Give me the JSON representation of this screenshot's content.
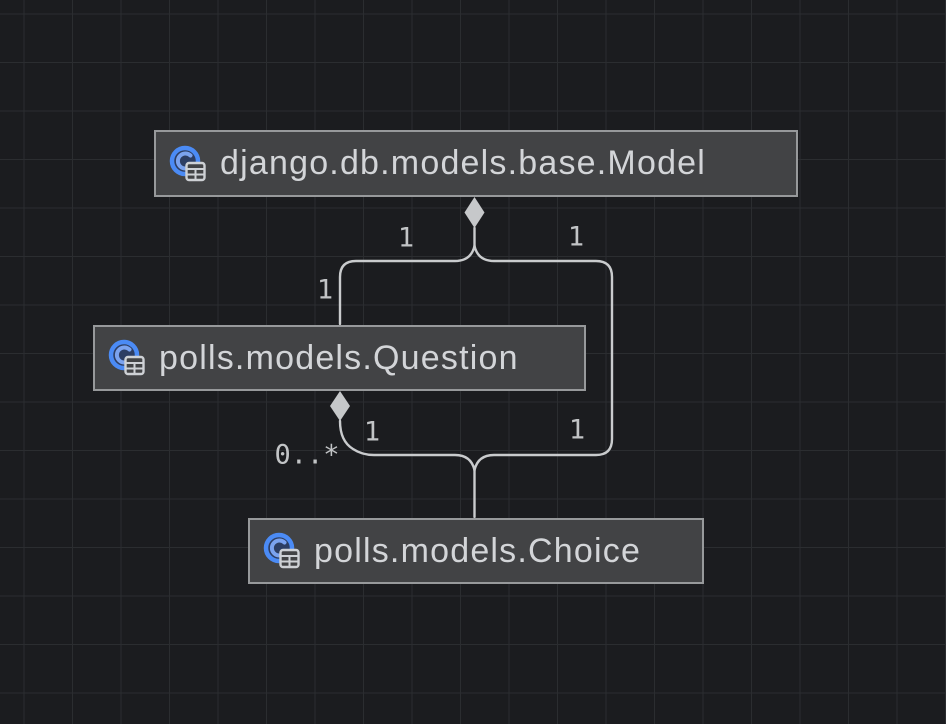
{
  "diagram": {
    "title": "django-polls-model-dependency-diagram",
    "nodes": [
      {
        "id": "model",
        "label": "django.db.models.base.Model",
        "icon": "django-model-class-icon"
      },
      {
        "id": "question",
        "label": "polls.models.Question",
        "icon": "django-model-class-icon"
      },
      {
        "id": "choice",
        "label": "polls.models.Choice",
        "icon": "django-model-class-icon"
      }
    ],
    "edges": [
      {
        "from": "question",
        "to": "model",
        "type": "aggregation",
        "diamond_at": "model"
      },
      {
        "from": "choice",
        "to": "model",
        "type": "aggregation",
        "diamond_at": "model"
      },
      {
        "from": "choice",
        "to": "question",
        "type": "aggregation",
        "diamond_at": "question"
      }
    ],
    "edge_labels": [
      {
        "text": "1"
      },
      {
        "text": "1"
      },
      {
        "text": "1"
      },
      {
        "text": "1"
      },
      {
        "text": "1"
      },
      {
        "text": "0..*"
      }
    ]
  },
  "colors": {
    "background": "#1b1c1f",
    "grid_line": "#2b2d30",
    "node_background": "#424345",
    "node_border": "#97999b",
    "node_text": "#d3d5d8",
    "edge_line": "#c9cbcd",
    "diamond_fill": "#c6c8ca",
    "edge_label_text": "#c2c4c6",
    "icon_ring_blue": "#4b8bf5",
    "icon_inner_navy": "#2d3e63",
    "icon_c_blue": "#7ba3ef",
    "icon_table_stroke": "#ced1d5"
  }
}
